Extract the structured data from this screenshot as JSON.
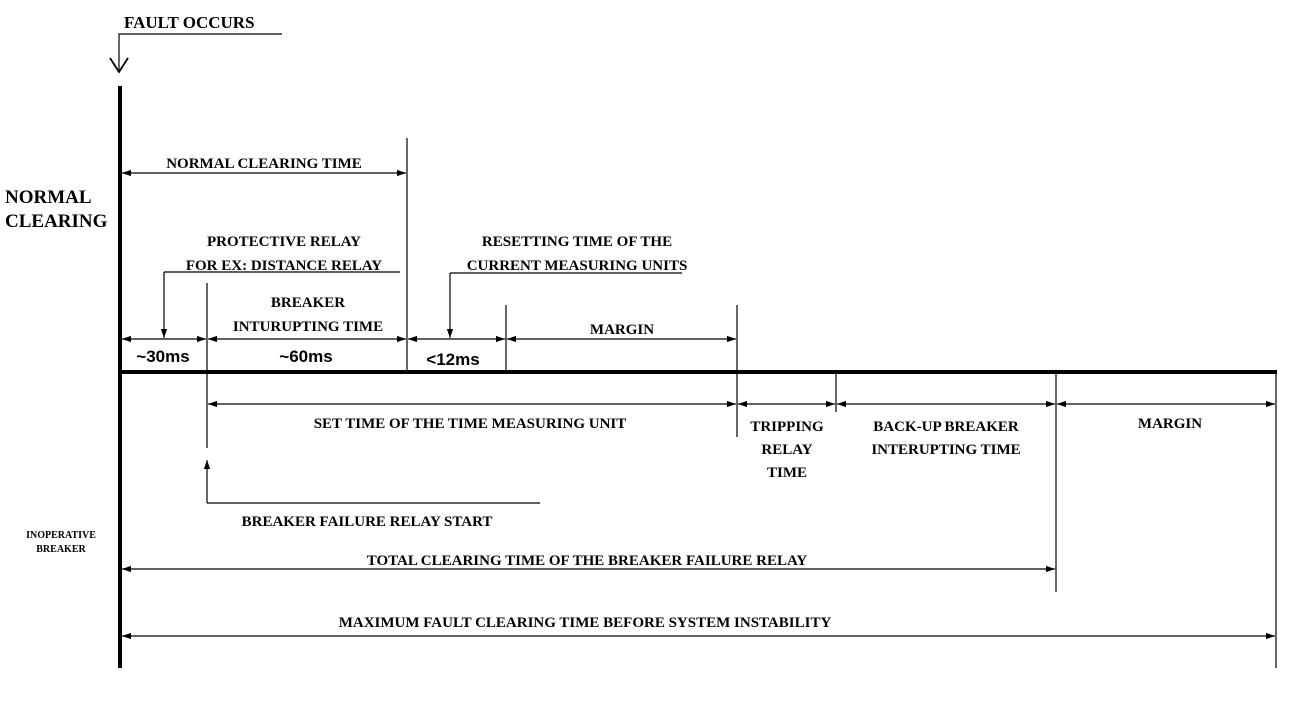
{
  "header": {
    "fault_occurs": "FAULT OCCURS"
  },
  "side": {
    "normal_line1": "NORMAL",
    "normal_line2": "CLEARING",
    "inop_line1": "INOPERATIVE",
    "inop_line2": "BREAKER"
  },
  "labels": {
    "normal_clearing_time": "NORMAL CLEARING TIME",
    "protective_relay_1": "PROTECTIVE RELAY",
    "protective_relay_2": "FOR EX: DISTANCE RELAY",
    "resetting_1": "RESETTING TIME OF THE",
    "resetting_2": "CURRENT MEASURING UNITS",
    "breaker_1": "BREAKER",
    "breaker_2": "INTURUPTING TIME",
    "margin_top": "MARGIN",
    "t30": "~30ms",
    "t60": "~60ms",
    "t12": "<12ms",
    "set_time": "SET TIME OF THE TIME MEASURING UNIT",
    "tripping_1": "TRIPPING",
    "tripping_2": "RELAY",
    "tripping_3": "TIME",
    "backup_1": "BACK-UP BREAKER",
    "backup_2": "INTERUPTING TIME",
    "margin_bottom": "MARGIN",
    "bf_start": "BREAKER FAILURE RELAY START",
    "total_clearing": "TOTAL CLEARING TIME OF THE BREAKER FAILURE RELAY",
    "max_fault": "MAXIMUM FAULT CLEARING TIME BEFORE SYSTEM INSTABILITY"
  },
  "colors": {
    "ink": "#000000",
    "background": "#ffffff"
  }
}
